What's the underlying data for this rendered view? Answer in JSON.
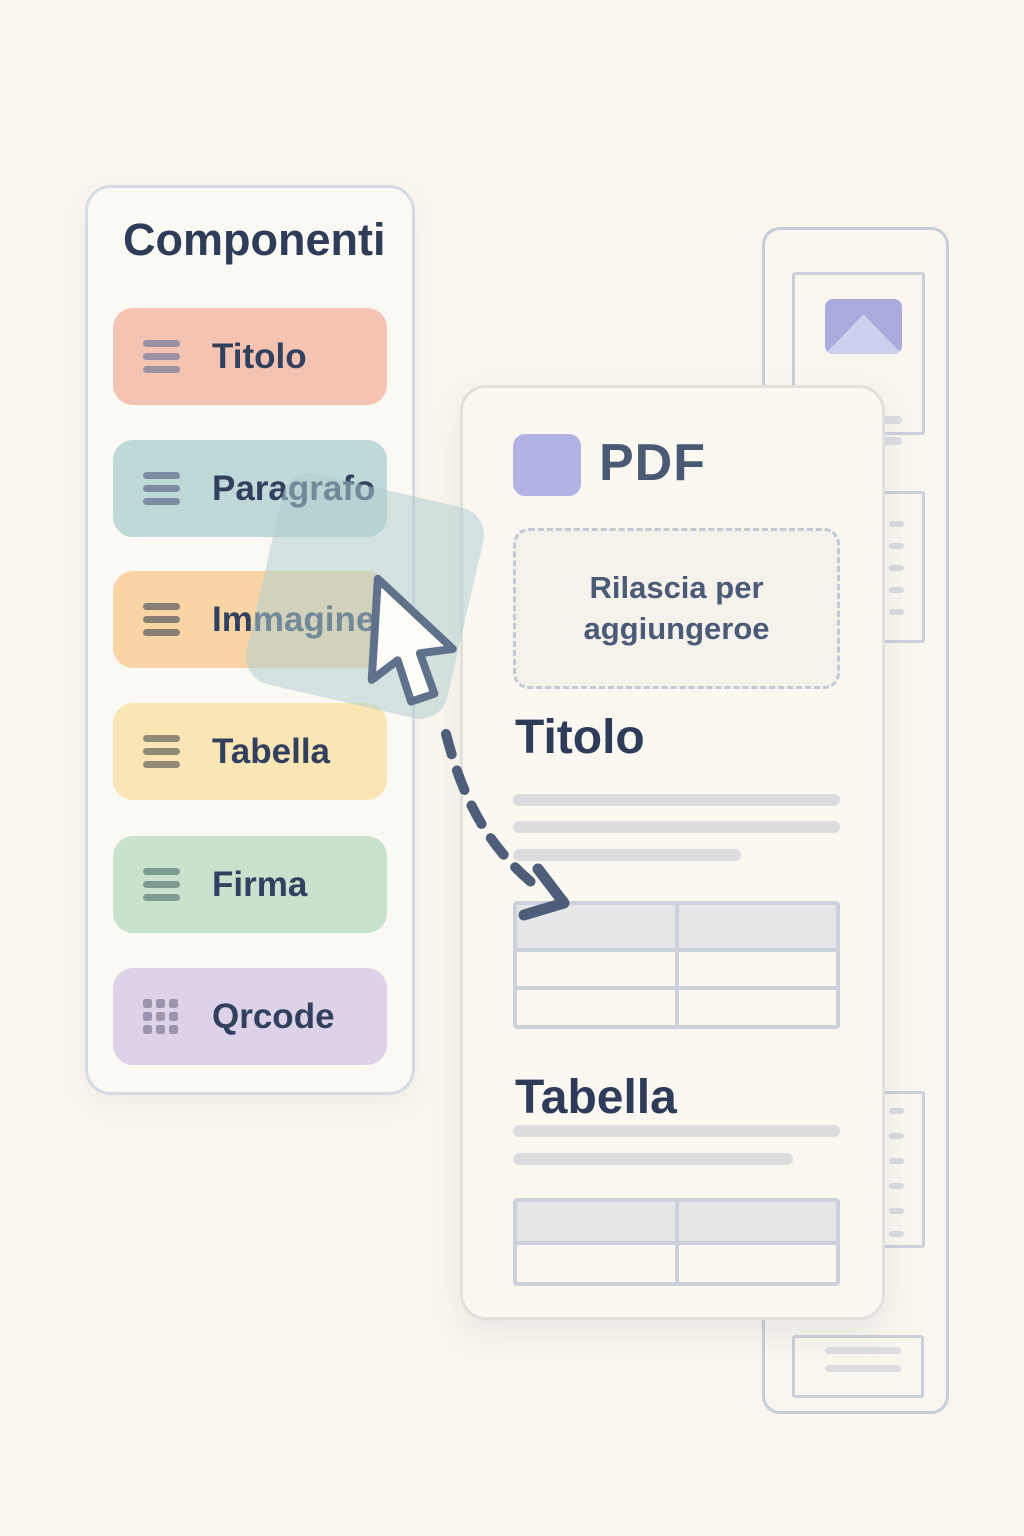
{
  "page": {
    "background": "#faf6ee"
  },
  "sidebar": {
    "title": "Componenti",
    "items": [
      {
        "label": "Titolo",
        "bg": "#f5c3b1",
        "icon": "drag-handle-icon",
        "icon_color": "#9b90a4"
      },
      {
        "label": "Paragrafo",
        "bg": "#bfd8d8",
        "icon": "drag-handle-icon",
        "icon_color": "#7c8ca1"
      },
      {
        "label": "Immagine",
        "bg": "#f9d5a6",
        "icon": "drag-handle-icon",
        "icon_color": "#857f74"
      },
      {
        "label": "Tabella",
        "bg": "#fae6b4",
        "icon": "drag-handle-icon",
        "icon_color": "#908a74"
      },
      {
        "label": "Firma",
        "bg": "#c9e2ce",
        "icon": "drag-handle-icon",
        "icon_color": "#7e9b92"
      },
      {
        "label": "Qrcode",
        "bg": "#ded2e9",
        "icon": "grid-dots-icon",
        "icon_color": "#9c93ae"
      }
    ]
  },
  "canvas": {
    "header": {
      "label": "PDF",
      "swatch_color": "#b2b3e3"
    },
    "dropzone": {
      "line1": "Rilascia per",
      "line2": "aggiungeroe"
    },
    "sections": [
      {
        "heading": "Titolo",
        "text_bars": 3,
        "table": {
          "columns": 2,
          "rows": 3,
          "header_row": true
        }
      },
      {
        "heading": "Tabella",
        "text_bars": 2,
        "table": {
          "columns": 2,
          "rows": 2,
          "header_row": true
        }
      }
    ]
  },
  "background_document": {
    "image_placeholder_color": "#a9abdd",
    "image_placeholder_triangle": "#cdd1ee"
  },
  "drag_ghost": {
    "color": "rgba(174,205,207,0.52)"
  },
  "colors": {
    "heading_text": "#2e3c59",
    "item_text": "#31405e",
    "pdf_text": "#4a5a74",
    "dropzone_text": "#4b5a76",
    "outline": "#c9cdd8",
    "bar": "#dcdcdf",
    "arrow": "#4d5d7a",
    "cursor_stroke": "#60718c"
  }
}
